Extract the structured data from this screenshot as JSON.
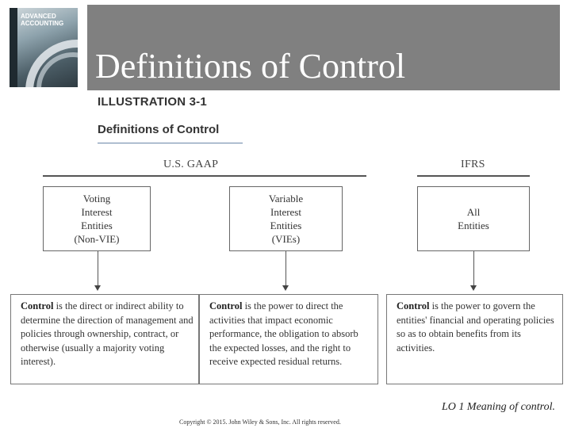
{
  "cover": {
    "title": "Advanced Accounting"
  },
  "slide": {
    "title": "Definitions of Control"
  },
  "illustration": {
    "label": "ILLUSTRATION 3-1",
    "subtitle": "Definitions of Control"
  },
  "groups": [
    {
      "label": "U.S. GAAP"
    },
    {
      "label": "IFRS"
    }
  ],
  "entities": [
    {
      "lines": [
        "Voting",
        "Interest",
        "Entities",
        "(Non-VIE)"
      ]
    },
    {
      "lines": [
        "Variable",
        "Interest",
        "Entities",
        "(VIEs)"
      ]
    },
    {
      "lines": [
        "All",
        "Entities"
      ]
    }
  ],
  "definitions": [
    {
      "term": "Control",
      "text": " is the direct or indirect ability to determine the direction of management and policies through ownership, contract, or otherwise (usually a majority voting interest)."
    },
    {
      "term": "Control",
      "text": " is the power to direct the activities that impact economic performance, the obligation to absorb the expected losses, and the right to receive expected residual returns."
    },
    {
      "term": "Control",
      "text": " is the power to govern the entities' financial and operating policies so as to obtain benefits from its activities."
    }
  ],
  "footer": {
    "learning_objective": "LO 1  Meaning of control.",
    "copyright": "Copyright © 2015. John Wiley & Sons, Inc. All rights reserved."
  }
}
